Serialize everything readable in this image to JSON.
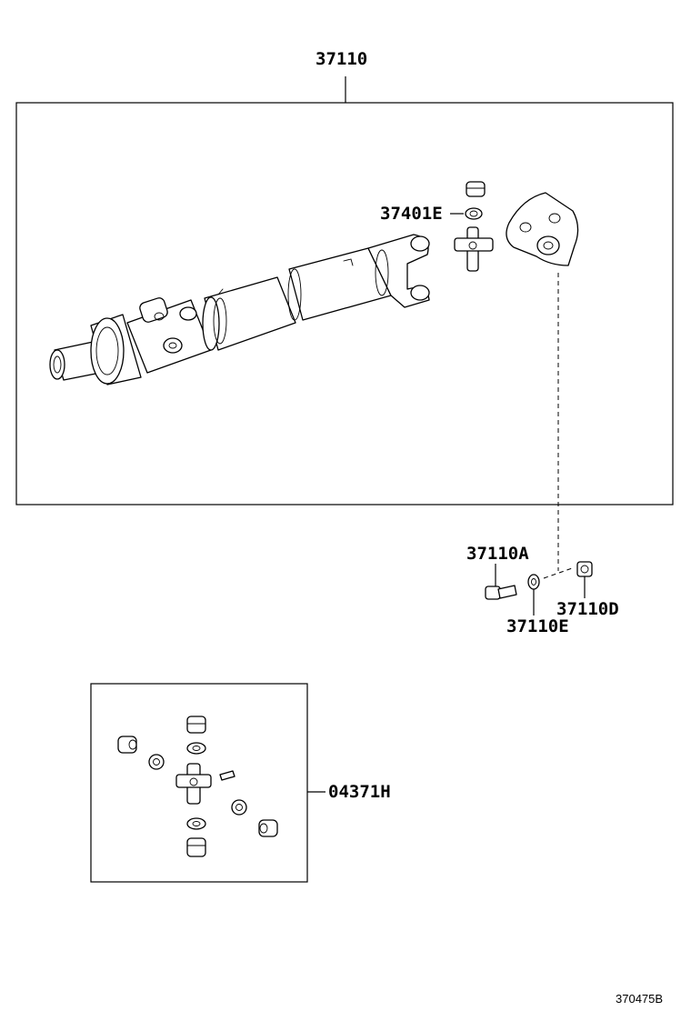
{
  "labels": {
    "assembly": "37110",
    "spider_ring": "37401E",
    "bolt": "37110A",
    "nut": "37110D",
    "washer": "37110E",
    "repair_kit": "04371H"
  },
  "diagram_ref": "370475B"
}
